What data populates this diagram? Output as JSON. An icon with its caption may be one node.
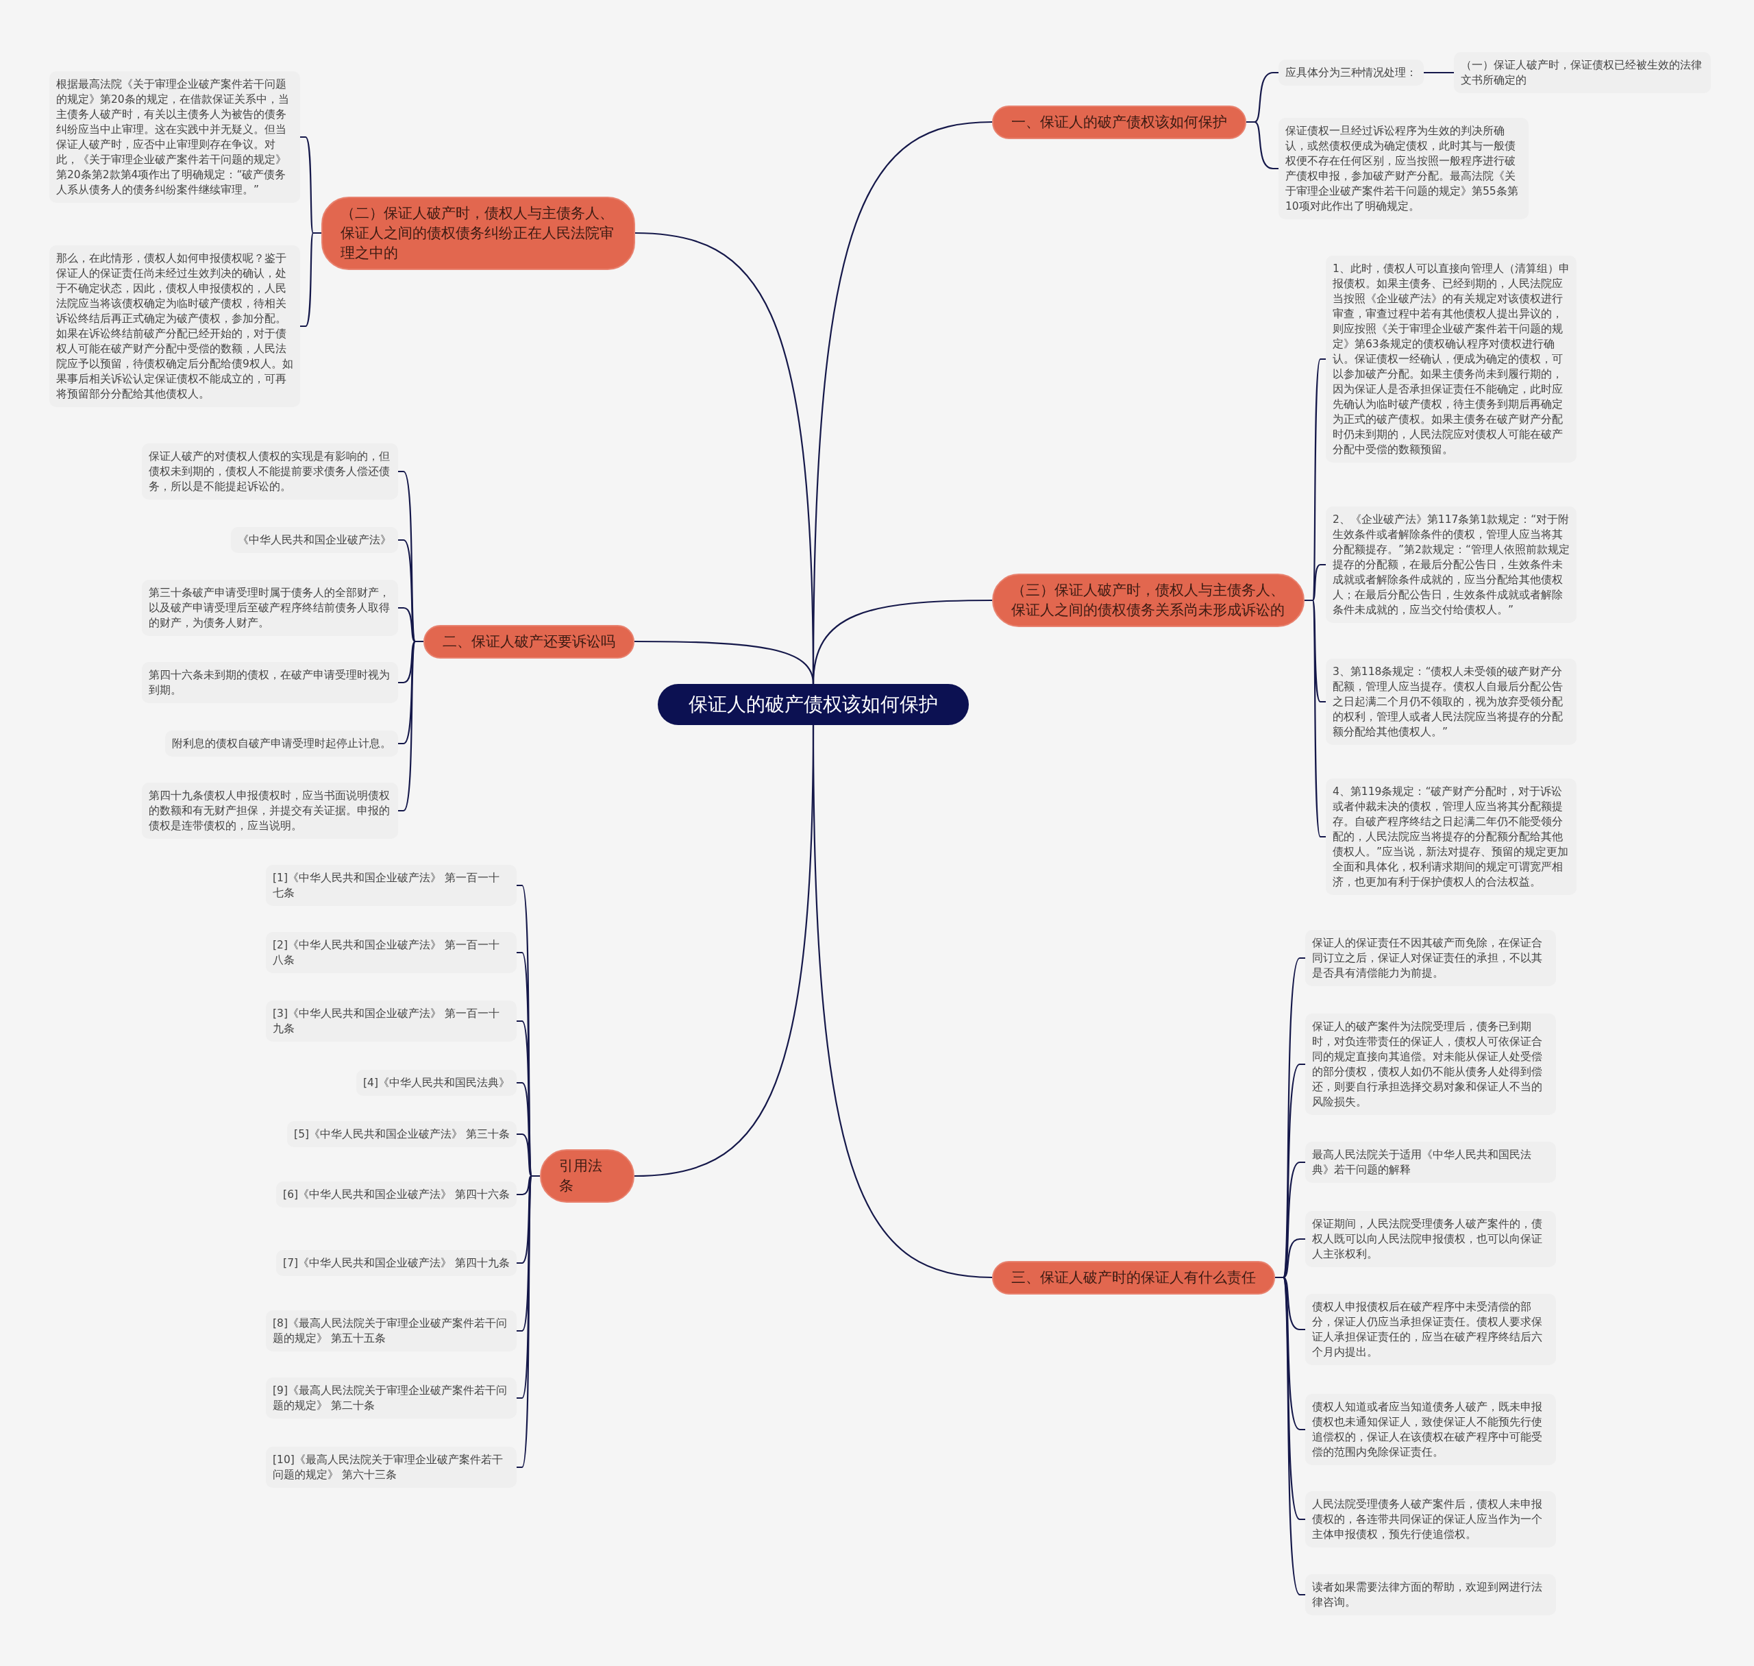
{
  "diagram": {
    "nodes": [
      {
        "text": [
          "保证人的破产债权该如何保护"
        ]
      },
      {
        "text": [
          "一、保证人的破产债权该如何保护"
        ]
      },
      {
        "text": [
          "应具体分为三种情况处理："
        ]
      },
      {
        "text": [
          "（一）保证人破产时，保证债权已经被生效的法律文书所确定的"
        ]
      },
      {
        "text": [
          "保证债权一旦经过诉讼程序为生效的判决所确认，或然债权便成为确定债权，此时其与一般债权便不存在任何区别，应当按照一般程序进行破产债权申报，参加破产财产分配。最高法院《关于审理企业破产案件若干问题的规定》第55条第10项对此作出了明确规定。"
        ]
      },
      {
        "text": [
          "（三）保证人破产时，债权人与主债务人、保证人之间的债权债务关系尚未形成诉讼的"
        ]
      },
      {
        "text": [
          "1、此时，债权人可以直接向管理人（清算组）申报债权。如果主债务、已经到期的，人民法院应当按照《企业破产法》的有关规定对该债权进行审查，审查过程中若有其他债权人提出异议的，则应按照《关于审理企业破产案件若干问题的规定》第63条规定的债权确认程序对债权进行确认。保证债权一经确认，便成为确定的债权，可以参加破产分配。如果主债务尚未到履行期的，因为保证人是否承担保证责任不能确定，此时应先确认为临时破产债权，待主债务到期后再确定为正式的破产债权。如果主债务在破产财产分配时仍未到期的，人民法院应对债权人可能在破产分配中受偿的数额预留。"
        ]
      },
      {
        "text": [
          "2、《企业破产法》第117条第1款规定：“对于附生效条件或者解除条件的债权，管理人应当将其分配额提存。”第2款规定：“管理人依照前款规定提存的分配额，在最后分配公告日，生效条件未成就或者解除条件成就的，应当分配给其他债权人；在最后分配公告日，生效条件成就或者解除条件未成就的，应当交付给债权人。”"
        ]
      },
      {
        "text": [
          "3、第118条规定：“债权人未受领的破产财产分配额，管理人应当提存。债权人自最后分配公告之日起满二个月仍不领取的，视为放弃受领分配的权利，管理人或者人民法院应当将提存的分配额分配给其他债权人。”"
        ]
      },
      {
        "text": [
          "4、第119条规定：“破产财产分配时，对于诉讼或者仲裁未决的债权，管理人应当将其分配额提存。自破产程序终结之日起满二年仍不能受领分配的，人民法院应当将提存的分配额分配给其他债权人。”应当说，新法对提存、预留的规定更加全面和具体化，权利请求期间的规定可谓宽严相济，也更加有利于保护债权人的合法权益。"
        ]
      },
      {
        "text": [
          "三、保证人破产时的保证人有什么责任"
        ]
      },
      {
        "text": [
          "保证人的保证责任不因其破产而免除，在保证合同订立之后，保证人对保证责任的承担，不以其是否具有清偿能力为前提。"
        ]
      },
      {
        "text": [
          "保证人的破产案件为法院受理后，债务已到期时，对负连带责任的保证人，债权人可依保证合同的规定直接向其追偿。对未能从保证人处受偿的部分债权，债权人如仍不能从债务人处得到偿还，则要自行承担选择交易对象和保证人不当的风险损失。"
        ]
      },
      {
        "text": [
          "最高人民法院关于适用《中华人民共和国民法典》若干问题的解释"
        ]
      },
      {
        "text": [
          "保证期间，人民法院受理债务人破产案件的，债权人既可以向人民法院申报债权，也可以向保证人主张权利。"
        ]
      },
      {
        "text": [
          "债权人申报债权后在破产程序中未受清偿的部分，保证人仍应当承担保证责任。债权人要求保证人承担保证责任的，应当在破产程序终结后六个月内提出。"
        ]
      },
      {
        "text": [
          "债权人知道或者应当知道债务人破产，既未申报债权也未通知保证人，致使保证人不能预先行使追偿权的，保证人在该债权在破产程序中可能受偿的范围内免除保证责任。"
        ]
      },
      {
        "text": [
          "人民法院受理债务人破产案件后，债权人未申报债权的，各连带共同保证的保证人应当作为一个主体申报债权，预先行使追偿权。"
        ]
      },
      {
        "text": [
          "读者如果需要法律方面的帮助，欢迎到网进行法律咨询。"
        ]
      },
      {
        "text": [
          "（二）保证人破产时，债权人与主债务人、保证人之间的债权债务纠纷正在人民法院审理之中的"
        ]
      },
      {
        "text": [
          "根据最高法院《关于审理企业破产案件若干问题的规定》第20条的规定，在借款保证关系中，当主债务人破产时，有关以主债务人为被告的债务纠纷应当中止审理。这在实践中并无疑义。但当保证人破产时，应否中止审理则存在争议。对此，《关于审理企业破产案件若干问题的规定》第20条第2款第4项作出了明确规定：“破产债务人系从债务人的债务纠纷案件继续审理。”"
        ]
      },
      {
        "text": [
          "那么，在此情形，债权人如何申报债权呢？鉴于保证人的保证责任尚未经过生效判决的确认，处于不确定状态，因此，债权人申报债权的，人民法院应当将该债权确定为临时破产债权，待相关诉讼终结后再正式确定为破产债权，参加分配。如果在诉讼终结前破产分配已经开始的，对于债权人可能在破产财产分配中受偿的数额，人民法院应予以预留，待债权确定后分配给债9权人。如果事后相关诉讼认定保证债权不能成立的，可再将预留部分分配给其他债权人。"
        ]
      },
      {
        "text": [
          "二、保证人破产还要诉讼吗"
        ]
      },
      {
        "text": [
          "保证人破产的对债权人债权的实现是有影响的，但债权未到期的，债权人不能提前要求债务人偿还债务，所以是不能提起诉讼的。"
        ]
      },
      {
        "text": [
          "《中华人民共和国企业破产法》"
        ]
      },
      {
        "text": [
          "第三十条破产申请受理时属于债务人的全部财产，以及破产申请受理后至破产程序终结前债务人取得的财产，为债务人财产。"
        ]
      },
      {
        "text": [
          "第四十六条未到期的债权，在破产申请受理时视为到期。"
        ]
      },
      {
        "text": [
          "附利息的债权自破产申请受理时起停止计息。"
        ]
      },
      {
        "text": [
          "第四十九条债权人申报债权时，应当书面说明债权的数额和有无财产担保，并提交有关证据。申报的债权是连带债权的，应当说明。"
        ]
      },
      {
        "text": [
          "引用法条"
        ]
      },
      {
        "text": [
          "[1]《中华人民共和国企业破产法》 第一百一十七条"
        ]
      },
      {
        "text": [
          "[2]《中华人民共和国企业破产法》 第一百一十八条"
        ]
      },
      {
        "text": [
          "[3]《中华人民共和国企业破产法》 第一百一十九条"
        ]
      },
      {
        "text": [
          "[4]《中华人民共和国民法典》"
        ]
      },
      {
        "text": [
          "[5]《中华人民共和国企业破产法》 第三十条"
        ]
      },
      {
        "text": [
          "[6]《中华人民共和国企业破产法》 第四十六条"
        ]
      },
      {
        "text": [
          "[7]《中华人民共和国企业破产法》 第四十九条"
        ]
      },
      {
        "text": [
          "[8]《最高人民法院关于审理企业破产案件若干问题的规定》 第五十五条"
        ]
      },
      {
        "text": [
          "[9]《最高人民法院关于审理企业破产案件若干问题的规定》 第二十条"
        ]
      },
      {
        "text": [
          "[10]《最高人民法院关于审理企业破产案件若干问题的规定》 第六十三条"
        ]
      }
    ],
    "edges": [
      {
        "from": 0,
        "to": 1,
        "arrow": "none"
      },
      {
        "from": 1,
        "to": 2,
        "arrow": "none"
      },
      {
        "from": 2,
        "to": 3,
        "arrow": "none"
      },
      {
        "from": 1,
        "to": 4,
        "arrow": "none"
      },
      {
        "from": 0,
        "to": 5,
        "arrow": "none"
      },
      {
        "from": 5,
        "to": 6,
        "arrow": "none"
      },
      {
        "from": 5,
        "to": 7,
        "arrow": "none"
      },
      {
        "from": 5,
        "to": 8,
        "arrow": "none"
      },
      {
        "from": 5,
        "to": 9,
        "arrow": "none"
      },
      {
        "from": 0,
        "to": 10,
        "arrow": "none"
      },
      {
        "from": 10,
        "to": 11,
        "arrow": "none"
      },
      {
        "from": 10,
        "to": 12,
        "arrow": "none"
      },
      {
        "from": 10,
        "to": 13,
        "arrow": "none"
      },
      {
        "from": 10,
        "to": 14,
        "arrow": "none"
      },
      {
        "from": 10,
        "to": 15,
        "arrow": "none"
      },
      {
        "from": 10,
        "to": 16,
        "arrow": "none"
      },
      {
        "from": 10,
        "to": 17,
        "arrow": "none"
      },
      {
        "from": 10,
        "to": 18,
        "arrow": "none"
      },
      {
        "from": 0,
        "to": 19,
        "arrow": "none"
      },
      {
        "from": 19,
        "to": 20,
        "arrow": "none"
      },
      {
        "from": 19,
        "to": 21,
        "arrow": "none"
      },
      {
        "from": 0,
        "to": 22,
        "arrow": "none"
      },
      {
        "from": 22,
        "to": 23,
        "arrow": "none"
      },
      {
        "from": 22,
        "to": 24,
        "arrow": "none"
      },
      {
        "from": 22,
        "to": 25,
        "arrow": "none"
      },
      {
        "from": 22,
        "to": 26,
        "arrow": "none"
      },
      {
        "from": 22,
        "to": 27,
        "arrow": "none"
      },
      {
        "from": 22,
        "to": 28,
        "arrow": "none"
      },
      {
        "from": 0,
        "to": 29,
        "arrow": "none"
      },
      {
        "from": 29,
        "to": 30,
        "arrow": "none"
      },
      {
        "from": 29,
        "to": 31,
        "arrow": "none"
      },
      {
        "from": 29,
        "to": 32,
        "arrow": "none"
      },
      {
        "from": 29,
        "to": 33,
        "arrow": "none"
      },
      {
        "from": 29,
        "to": 34,
        "arrow": "none"
      },
      {
        "from": 29,
        "to": 35,
        "arrow": "none"
      },
      {
        "from": 29,
        "to": 36,
        "arrow": "none"
      },
      {
        "from": 29,
        "to": 37,
        "arrow": "none"
      },
      {
        "from": 29,
        "to": 38,
        "arrow": "none"
      },
      {
        "from": 29,
        "to": 39,
        "arrow": "none"
      }
    ]
  }
}
